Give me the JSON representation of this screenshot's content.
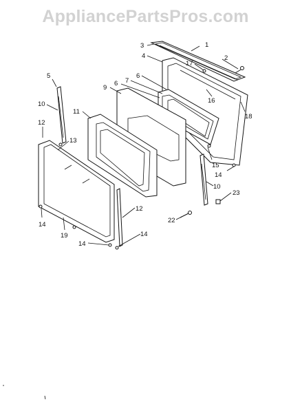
{
  "watermark": "AppliancePartsPros.com",
  "parts": [
    {
      "ref": "1"
    },
    {
      "ref": "2"
    },
    {
      "ref": "3"
    },
    {
      "ref": "4"
    },
    {
      "ref": "17"
    },
    {
      "ref": "5"
    },
    {
      "ref": "6"
    },
    {
      "ref": "7"
    },
    {
      "ref": "6"
    },
    {
      "ref": "9"
    },
    {
      "ref": "16"
    },
    {
      "ref": "18"
    },
    {
      "ref": "10"
    },
    {
      "ref": "11"
    },
    {
      "ref": "12"
    },
    {
      "ref": "13"
    },
    {
      "ref": "15"
    },
    {
      "ref": "14"
    },
    {
      "ref": "10"
    },
    {
      "ref": "23"
    },
    {
      "ref": "12"
    },
    {
      "ref": "22"
    },
    {
      "ref": "14"
    },
    {
      "ref": "19"
    },
    {
      "ref": "14"
    },
    {
      "ref": "14"
    }
  ]
}
